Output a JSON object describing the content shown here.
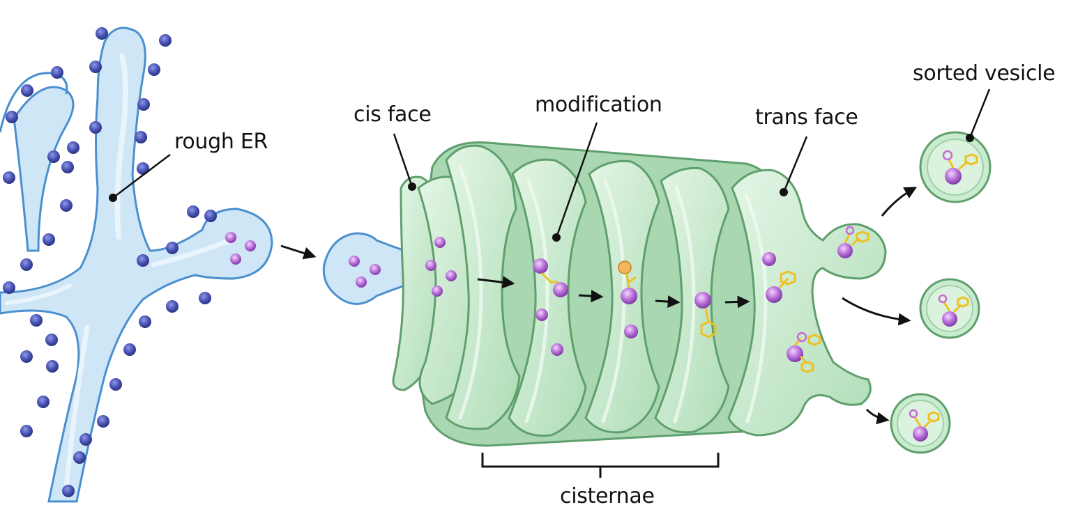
{
  "labels": {
    "rough_er": "rough ER",
    "cis_face": "cis face",
    "modification": "modification",
    "trans_face": "trans face",
    "sorted_vesicle": "sorted vesicle",
    "cisternae": "cisternae"
  },
  "colors": {
    "er_fill": "#cfe6f7",
    "er_stroke": "#4a8fce",
    "ribosome": "#4a55b5",
    "golgi_fill": "#c9ebcf",
    "golgi_stroke": "#5f9f6c",
    "protein": "#b86fd6",
    "sugar_tag": "#f0c020",
    "arrow": "#111111"
  }
}
